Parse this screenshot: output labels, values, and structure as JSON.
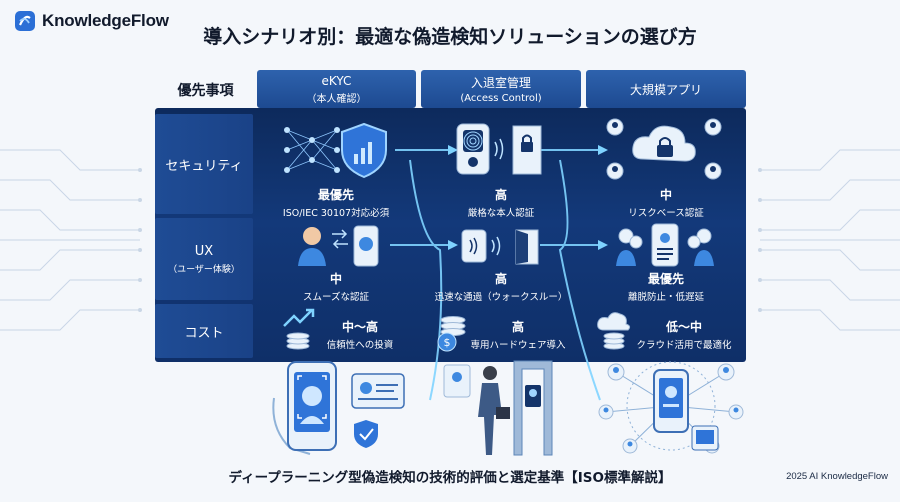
{
  "brand": {
    "name": "KnowledgeFlow"
  },
  "title": "導入シナリオ別：最適な偽造検知ソリューションの選び方",
  "table": {
    "corner_label": "優先事項",
    "columns": [
      {
        "label": "eKYC",
        "sub": "（本人確認）"
      },
      {
        "label": "入退室管理",
        "sub": "(Access Control)"
      },
      {
        "label": "大規模アプリ",
        "sub": ""
      }
    ],
    "rows": [
      {
        "label": "セキュリティ",
        "sub": "",
        "cells": [
          {
            "main": "最優先",
            "desc": "ISO/IEC 30107対応必須"
          },
          {
            "main": "高",
            "desc": "厳格な本人認証"
          },
          {
            "main": "中",
            "desc": "リスクベース認証"
          }
        ]
      },
      {
        "label": "UX",
        "sub": "（ユーザー体験）",
        "cells": [
          {
            "main": "中",
            "desc": "スムーズな認証"
          },
          {
            "main": "高",
            "desc": "迅速な通過（ウォークスルー）"
          },
          {
            "main": "最優先",
            "desc": "離脱防止・低遅延"
          }
        ]
      },
      {
        "label": "コスト",
        "sub": "",
        "cells": [
          {
            "main": "中〜高",
            "desc": "信頼性への投資"
          },
          {
            "main": "高",
            "desc": "専用ハードウェア導入"
          },
          {
            "main": "低〜中",
            "desc": "クラウド活用で最適化"
          }
        ]
      }
    ]
  },
  "footer": "ディープラーニング型偽造検知の技術的評価と選定基準【ISO標準解説】",
  "credit": "2025 AI KnowledgeFlow",
  "colors": {
    "panel": "#0f2f68",
    "header": "#2a5ca6",
    "accent_line": "#7fd3ff"
  }
}
